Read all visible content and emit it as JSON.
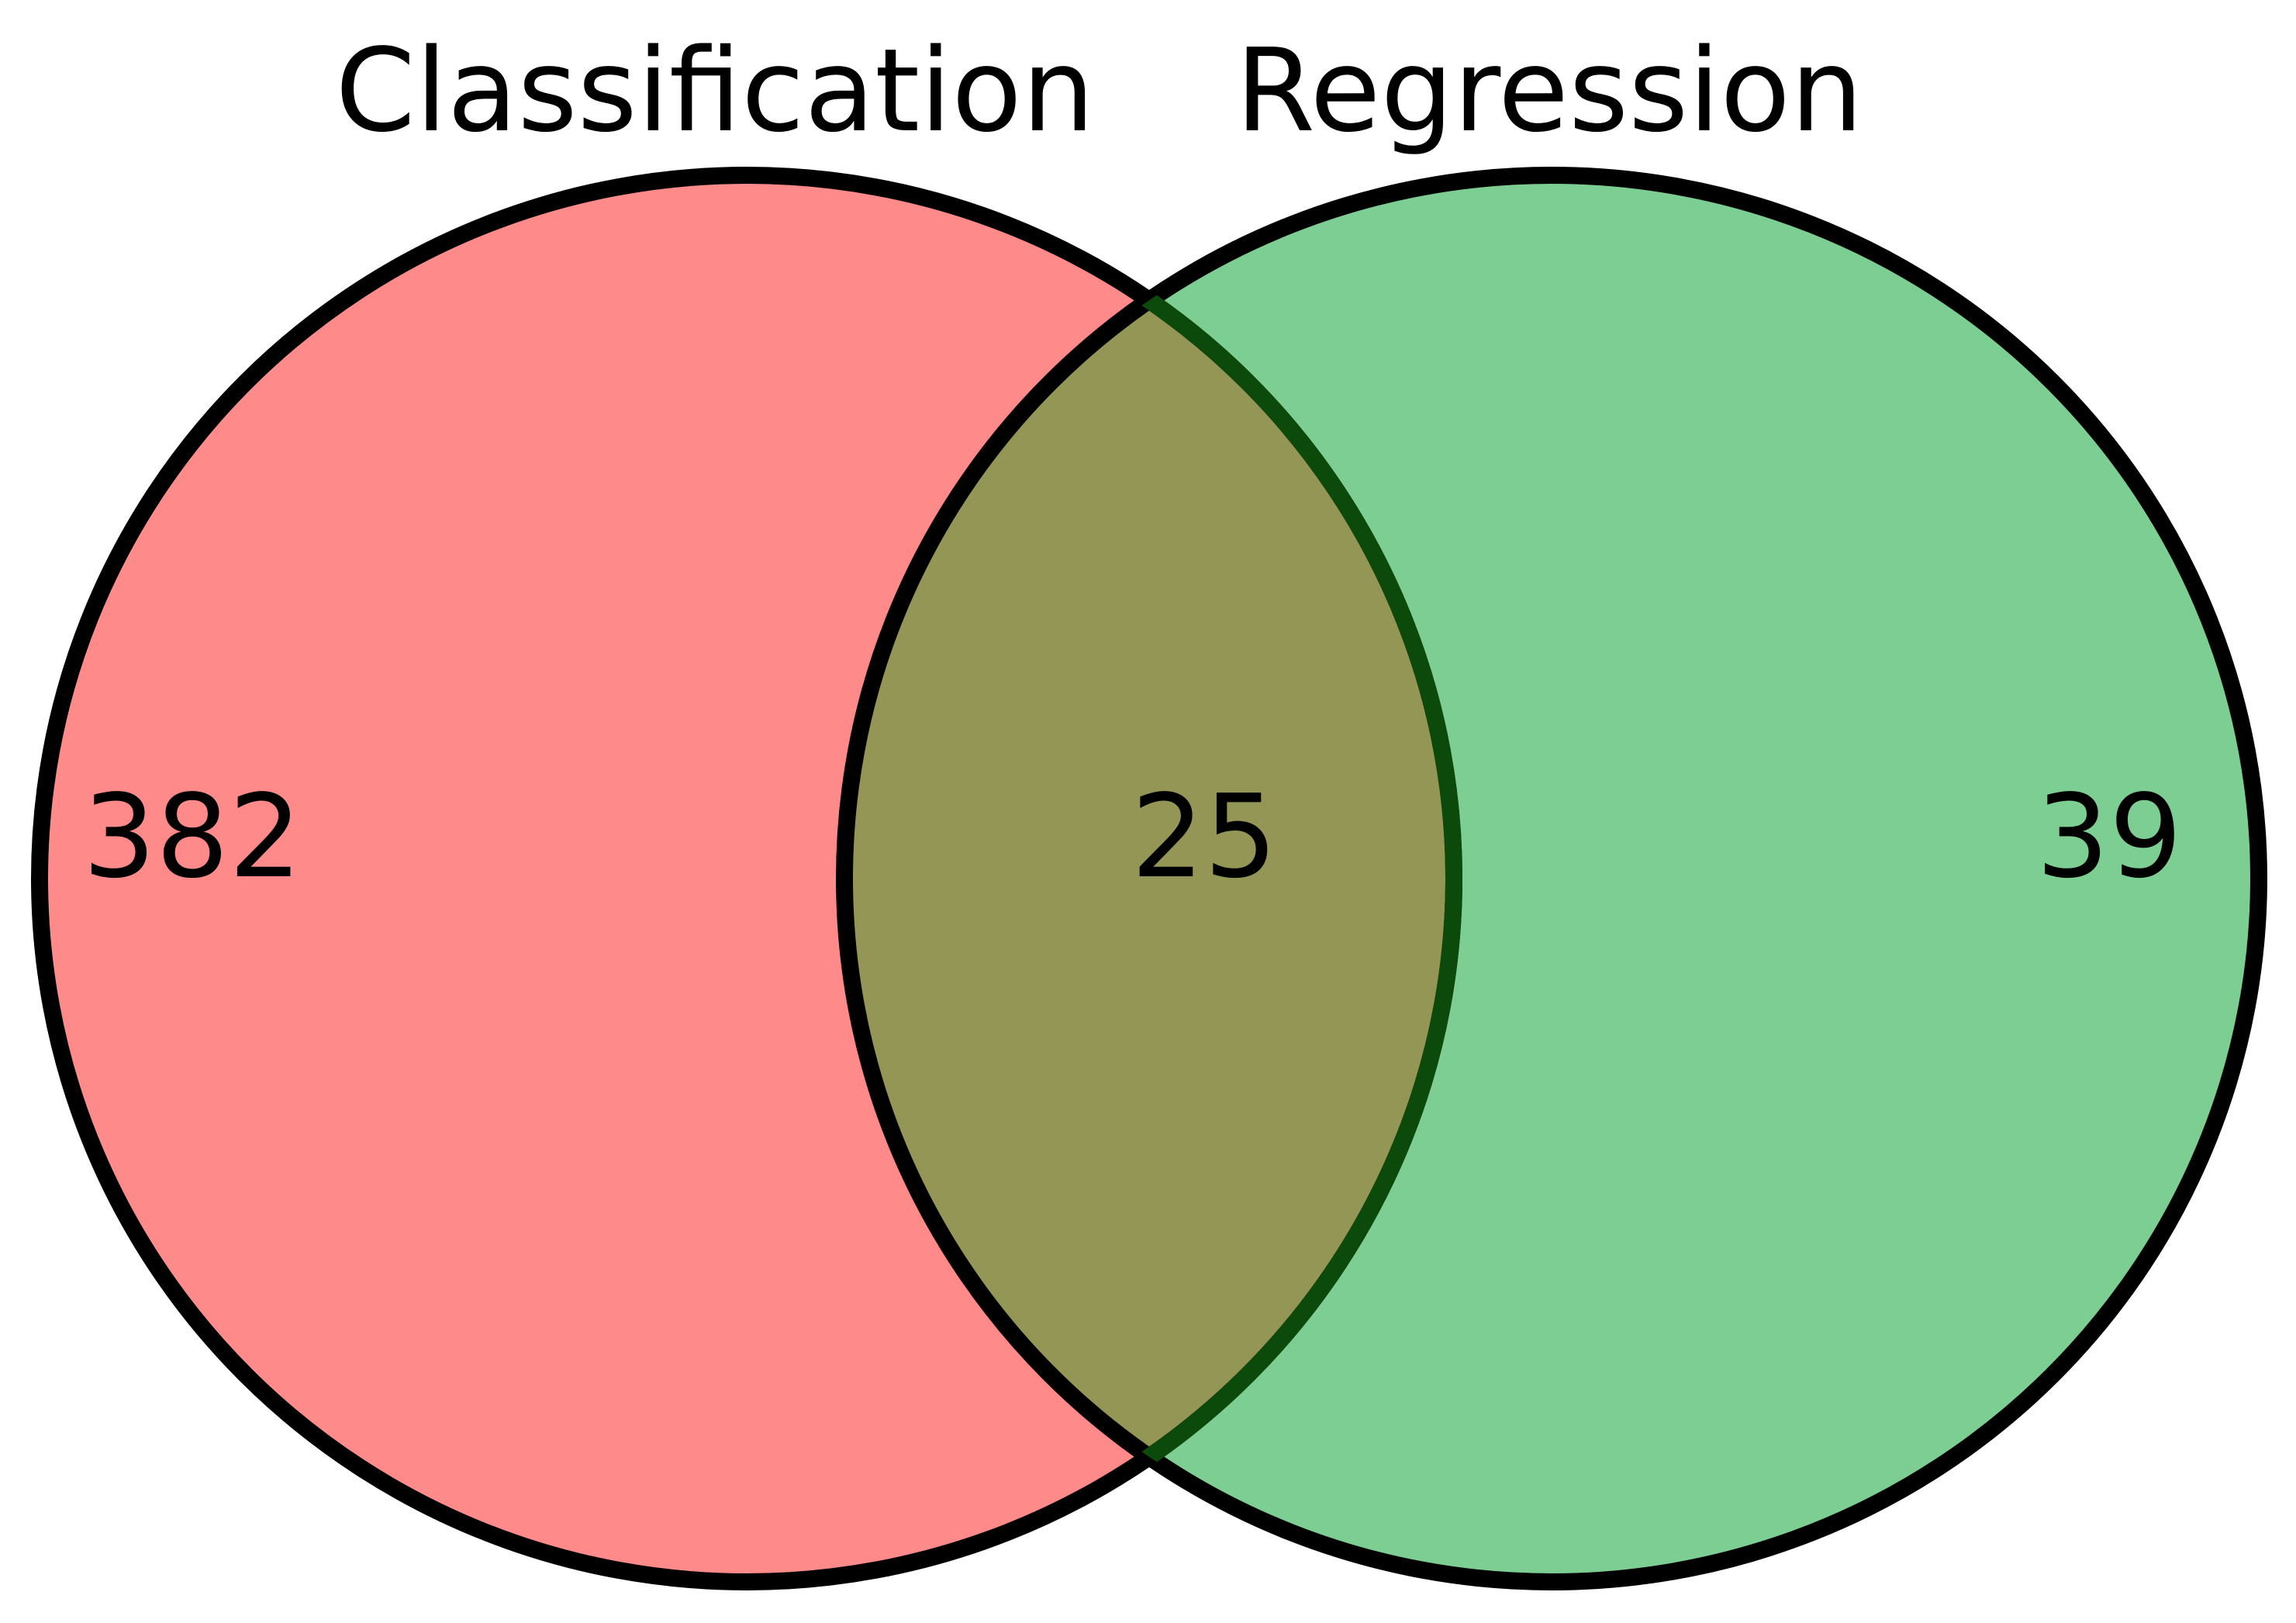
{
  "sets": [
    {
      "name": "Classification",
      "color": "#ff8a8a"
    },
    {
      "name": "Regression",
      "color": "#7dce92"
    }
  ],
  "regions": {
    "only_a": "382",
    "overlap": "25",
    "only_b": "39"
  },
  "colors": {
    "overlap": "#949656",
    "outline": "#000000",
    "overlap_right_edge": "#0c4a0c"
  }
}
